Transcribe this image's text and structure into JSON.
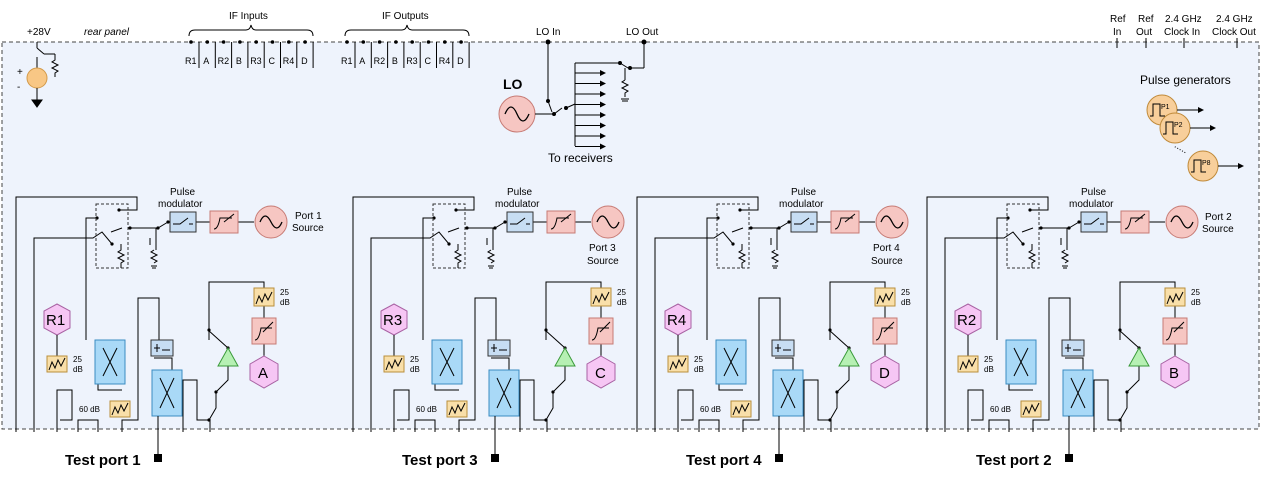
{
  "top": {
    "power_label": "+28V",
    "rear_panel_label": "rear panel",
    "plus": "+",
    "minus": "-",
    "if_inputs_label": "IF Inputs",
    "if_outputs_label": "IF Outputs",
    "if_channels": [
      "R1",
      "A",
      "R2",
      "B",
      "R3",
      "C",
      "R4",
      "D"
    ],
    "lo_in_label": "LO In",
    "lo_out_label": "LO Out",
    "ref_in_label": [
      "Ref",
      "In"
    ],
    "ref_out_label": [
      "Ref",
      "Out"
    ],
    "clock_in_label": [
      "2.4 GHz",
      "Clock In"
    ],
    "clock_out_label": [
      "2.4 GHz",
      "Clock Out"
    ]
  },
  "lo": {
    "label": "LO",
    "to_receivers_label": "To receivers"
  },
  "pulse": {
    "title": "Pulse generators",
    "gens": [
      "P1",
      "P2",
      "P8"
    ],
    "ellipsis": "....."
  },
  "ports": [
    {
      "modulator": [
        "Pulse",
        "modulator"
      ],
      "source": [
        "Port 1",
        "Source"
      ],
      "ref_receiver": "R1",
      "test_receiver": "A",
      "atten_25": [
        "25",
        "dB"
      ],
      "atten_60": "60 dB",
      "label": "Test port 1"
    },
    {
      "modulator": [
        "Pulse",
        "modulator"
      ],
      "source": [
        "Port 3",
        "Source"
      ],
      "ref_receiver": "R3",
      "test_receiver": "C",
      "atten_25": [
        "25",
        "dB"
      ],
      "atten_60": "60 dB",
      "label": "Test port 3"
    },
    {
      "modulator": [
        "Pulse",
        "modulator"
      ],
      "source": [
        "Port 4",
        "Source"
      ],
      "ref_receiver": "R4",
      "test_receiver": "D",
      "atten_25": [
        "25",
        "dB"
      ],
      "atten_60": "60 dB",
      "label": "Test port 4"
    },
    {
      "modulator": [
        "Pulse",
        "modulator"
      ],
      "source": [
        "Port 2",
        "Source"
      ],
      "ref_receiver": "R2",
      "test_receiver": "B",
      "atten_25": [
        "25",
        "dB"
      ],
      "atten_60": "60 dB",
      "label": "Test port 2"
    }
  ],
  "colors": {
    "panel_bg": "#eef3fc",
    "source_fill": "#f6c6c2",
    "filter_fill": "#f6c6c2",
    "lo_fill": "#f6c6c2",
    "receiver_fill": "#f6c6f4",
    "coupler_fill": "#a9d9f7",
    "atten_fill": "#f9dfa9",
    "modulator_fill": "#c7ddf3",
    "amp_fill": "#b6f0b3",
    "pulse_fill": "#f8cf9b",
    "dc_fill": "#f8c785"
  }
}
